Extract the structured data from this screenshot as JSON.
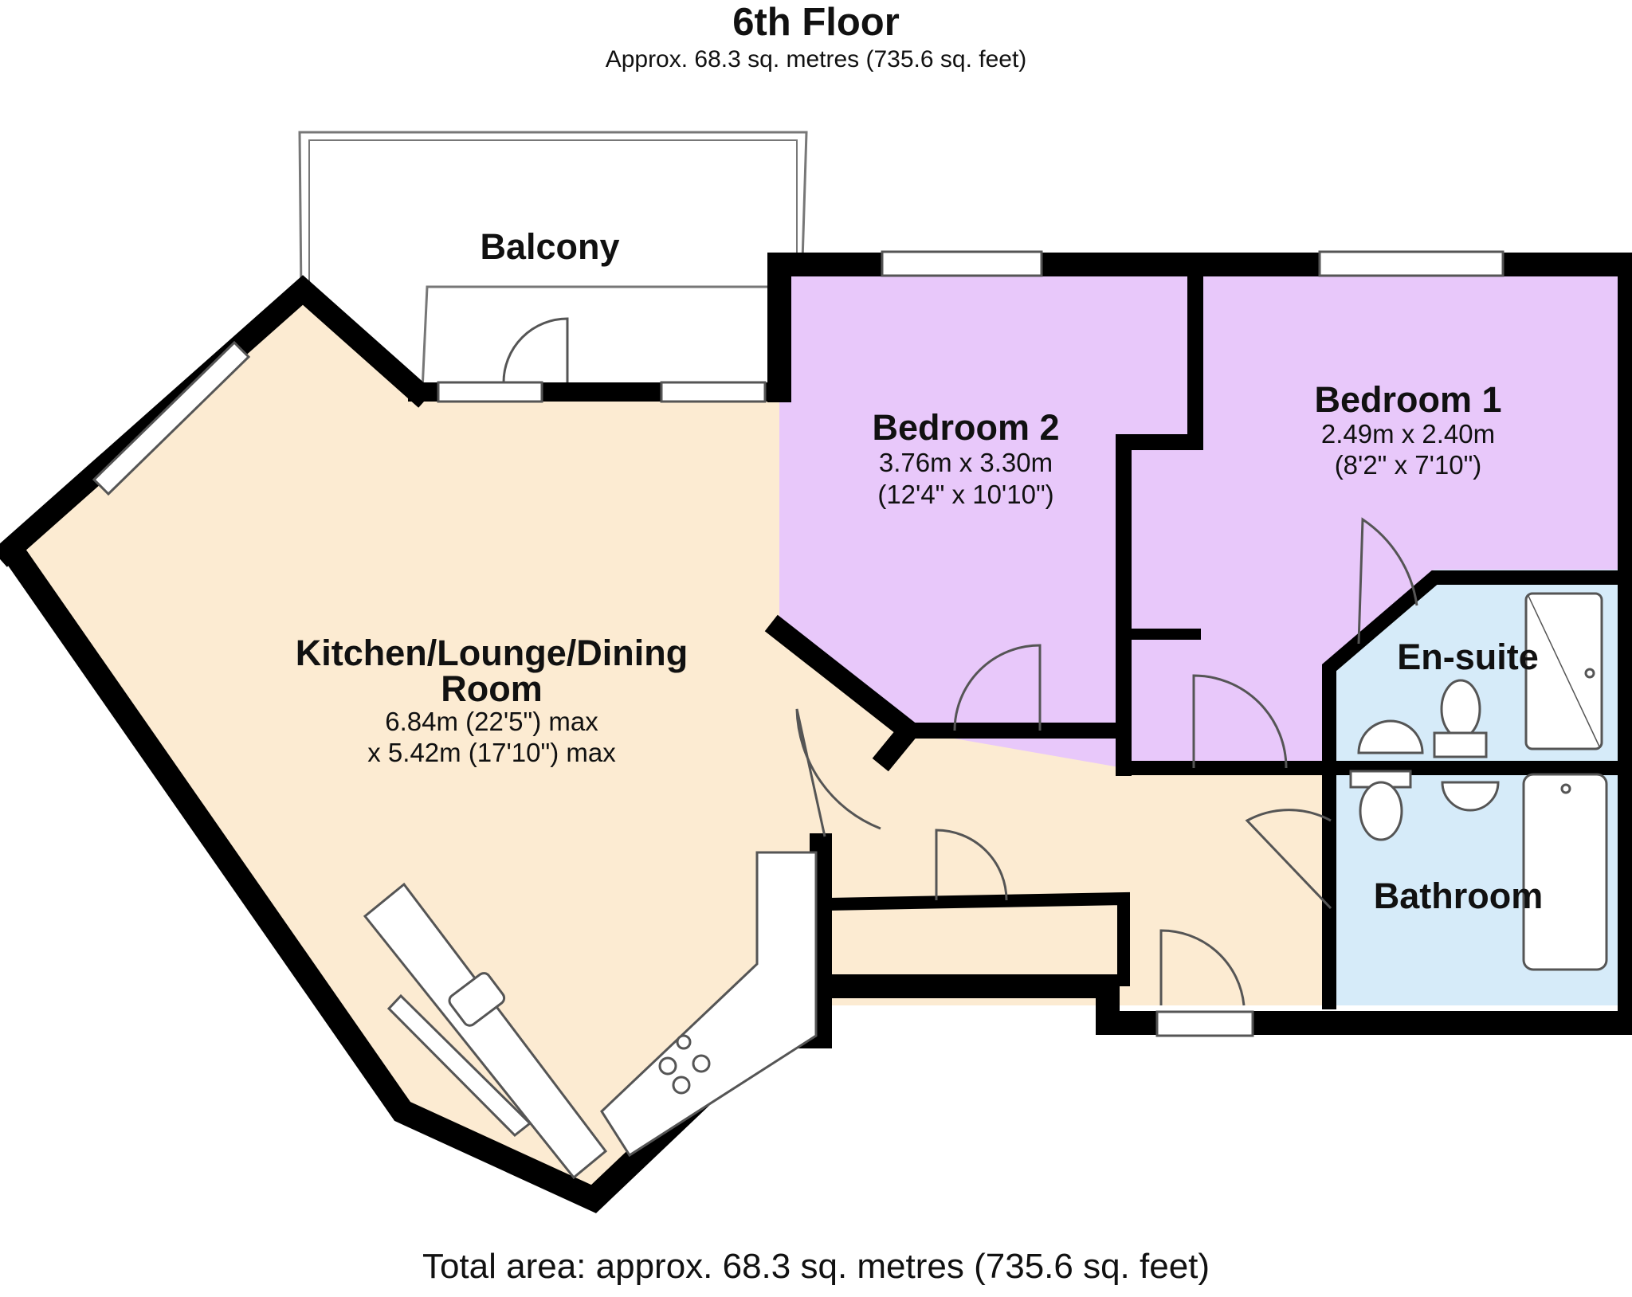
{
  "floor": {
    "title": "6th Floor",
    "area": "Approx. 68.3 sq. metres (735.6 sq. feet)"
  },
  "total_area": "Total area: approx. 68.3 sq. metres (735.6 sq. feet)",
  "colors": {
    "wall": "#000000",
    "living": "#fcebd2",
    "bedroom": "#e8c8fa",
    "wet_room": "#d6ebf9",
    "balcony": "#ffffff"
  },
  "rooms": {
    "balcony": {
      "name": "Balcony"
    },
    "kitchen": {
      "name_line1": "Kitchen/Lounge/Dining",
      "name_line2": "Room",
      "dim_line1": "6.84m (22'5\") max",
      "dim_line2": "x 5.42m (17'10\") max"
    },
    "bedroom2": {
      "name": "Bedroom 2",
      "dim_metric": "3.76m x 3.30m",
      "dim_imperial": "(12'4\" x 10'10\")"
    },
    "bedroom1": {
      "name": "Bedroom 1",
      "dim_metric": "2.49m x 2.40m",
      "dim_imperial": "(8'2\" x 7'10\")"
    },
    "ensuite": {
      "name": "En-suite"
    },
    "bathroom": {
      "name": "Bathroom"
    }
  }
}
